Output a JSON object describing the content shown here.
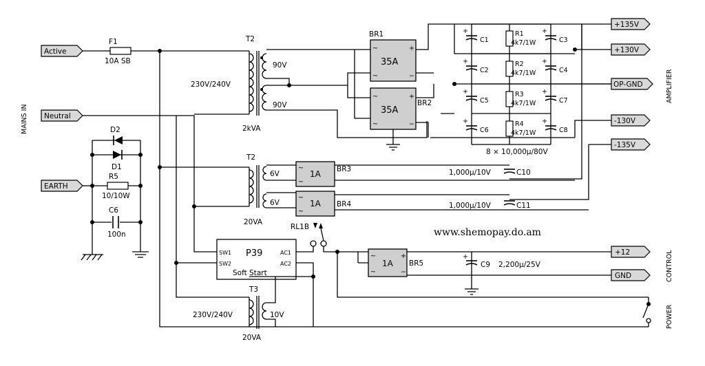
{
  "labels": {
    "mains_in": "MAINS IN",
    "active": "Active",
    "neutral": "Neutral",
    "earth": "EARTH",
    "f1": "F1",
    "f1_value": "10A SB",
    "d2": "D2",
    "d1": "D1",
    "r5": "R5",
    "r5_value": "10/10W",
    "c6_left": "C6",
    "c6_left_value": "100n",
    "t2_top": "T2",
    "t2_primary": "230V/240V",
    "t2_sec1": "90V",
    "t2_sec2": "90V",
    "t2_rating": "2kVA",
    "t2_mid": "T2",
    "t2b_sec1": "6V",
    "t2b_sec2": "6V",
    "t2b_rating": "20VA",
    "br1": "BR1",
    "br2": "BR2",
    "br1_value": "35A",
    "br2_value": "35A",
    "br3": "BR3",
    "br4": "BR4",
    "br5": "BR5",
    "br_small_value": "1A",
    "c1": "C1",
    "c2": "C2",
    "c3": "C3",
    "c4": "C4",
    "c5": "C5",
    "c6": "C6",
    "c7": "C7",
    "c8": "C8",
    "r1": "R1",
    "r2": "R2",
    "r3": "R3",
    "r4": "R4",
    "r_value": "4k7/1W",
    "cap_bank": "8 × 10,000µ/80V",
    "c10": "C10",
    "c11": "C11",
    "c10_value": "1,000µ/10V",
    "c11_value": "1,000µ/10V",
    "rl1b": "RL1B",
    "website": "www.shemopay.do.am",
    "p39": "P39",
    "soft_start": "Soft Start",
    "sw1": "SW1",
    "sw2": "SW2",
    "ac1": "AC1",
    "ac2": "AC2",
    "c9": "C9",
    "c9_value": "2,200µ/25V",
    "t3": "T3",
    "t3_primary": "230V/240V",
    "t3_sec": "10V",
    "t3_rating": "20VA",
    "amplifier": "AMPLIFIER",
    "control": "CONTROL",
    "power": "POWER"
  },
  "outputs": {
    "p135": "+135V",
    "p130": "+130V",
    "opgnd": "OP-GND",
    "m130": "-130V",
    "m135": "-135V",
    "p12": "+12",
    "gnd": "GND"
  }
}
